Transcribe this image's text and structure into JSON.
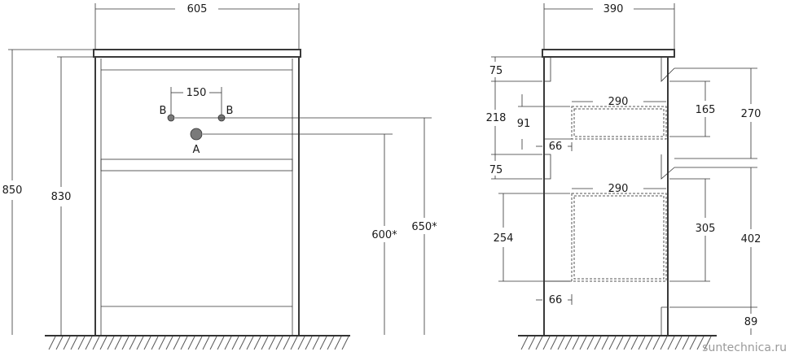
{
  "front_view": {
    "width_label": "605",
    "height_total_label": "850",
    "height_body_label": "830",
    "connector_spacing_label": "150",
    "connector_b_left": "B",
    "connector_b_right": "B",
    "connector_a": "A",
    "drain_height_label": "600*",
    "supply_height_label": "650*"
  },
  "side_view": {
    "depth_label": "390",
    "rail_top_label": "75",
    "drawer_section_label": "218",
    "drawer_top_depth_label": "290",
    "drawer_top_inner_label": "91",
    "drawer_top_height_label": "165",
    "drawer_top_outer_label": "270",
    "drawer_top_gap_label": "66",
    "rail_mid_label": "75",
    "drawer_bottom_depth_label": "290",
    "drawer_bottom_inner_label": "254",
    "drawer_bottom_height_label": "305",
    "drawer_bottom_outer_label": "402",
    "drawer_bottom_gap_label": "66",
    "foot_label": "89"
  },
  "watermark": "suntechnica.ru",
  "colors": {
    "line": "#333333",
    "connector_fill": "#7a7a7a",
    "text": "#1a1a1a",
    "watermark": "#9a9a9a"
  }
}
